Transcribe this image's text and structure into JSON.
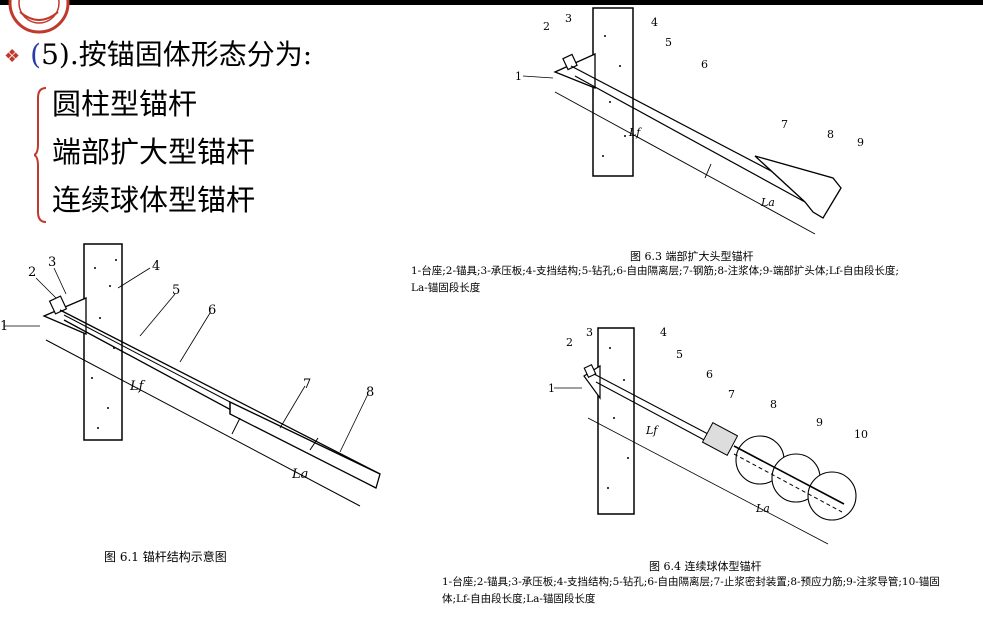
{
  "heading": {
    "bullet_icon": "diamond-bullet",
    "text_paren": "(",
    "text": "5).按锚固体形态分为:"
  },
  "items": [
    "圆柱型锚杆",
    "端部扩大型锚杆",
    "连续球体型锚杆"
  ],
  "fig61": {
    "caption": "图 6.1   锚杆结构示意图",
    "labels": [
      "1",
      "2",
      "3",
      "4",
      "5",
      "6",
      "7",
      "8"
    ],
    "lf": "Lf",
    "la": "La"
  },
  "fig63": {
    "caption": "图 6.3   端部扩大头型锚杆",
    "legend1": "1-台座;2-锚具;3-承压板;4-支挡结构;5-钻孔;6-自由隔离层;7-钢筋;8-注浆体;9-端部扩头体;Lf-自由段长度;",
    "legend2": "La-锚固段长度",
    "labels": [
      "1",
      "2",
      "3",
      "4",
      "5",
      "6",
      "7",
      "8",
      "9"
    ],
    "lf": "Lf",
    "la": "La"
  },
  "fig64": {
    "caption": "图 6.4   连续球体型锚杆",
    "legend1": "1-台座;2-锚具;3-承压板;4-支挡结构;5-钻孔;6-自由隔离层;7-止浆密封装置;8-预应力筋;9-注浆导管;10-锚固",
    "legend2": "体;Lf-自由段长度;La-锚固段长度",
    "labels": [
      "1",
      "2",
      "3",
      "4",
      "5",
      "6",
      "7",
      "8",
      "9",
      "10"
    ],
    "lf": "Lf",
    "la": "La"
  },
  "colors": {
    "accent_red": "#c0392b",
    "accent_blue": "#2a3aa8"
  }
}
